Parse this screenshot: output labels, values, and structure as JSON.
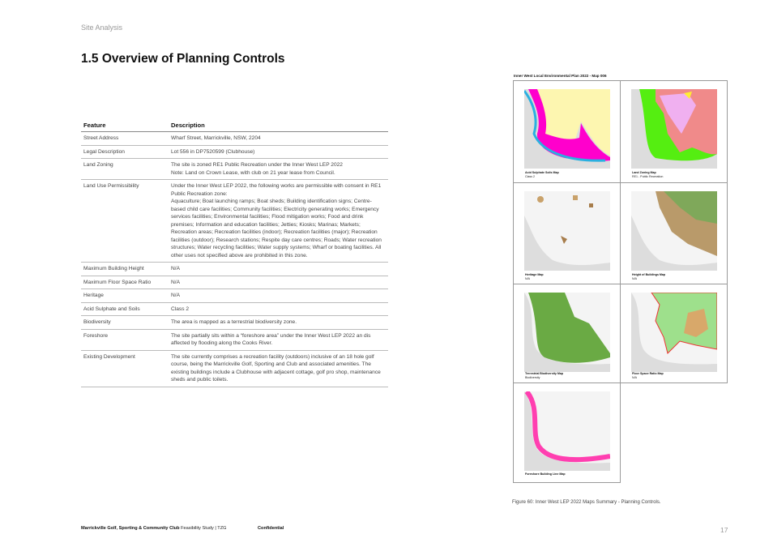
{
  "header": {
    "section": "Site Analysis",
    "title": "1.5 Overview of Planning Controls"
  },
  "table": {
    "headers": [
      "Feature",
      "Description"
    ],
    "rows": [
      {
        "feature": "Street Address",
        "description": "Wharf Street, Marrickville, NSW, 2204"
      },
      {
        "feature": "Legal Description",
        "description": "Lot 556 in DP7520599 (Clubhouse)"
      },
      {
        "feature": "Land Zoning",
        "description": "The site is zoned RE1 Public Recreation under the Inner West LEP 2022\nNote: Land on Crown Lease, with club on 21 year lease from Council."
      },
      {
        "feature": "Land Use Permissibility",
        "description": "Under the Inner West LEP 2022, the following works are permissible with consent in RE1 Public Recreation zone:\nAquaculture; Boat launching ramps; Boat sheds; Building identification signs; Centre-based child care facilities; Community facilities; Electricity generating works; Emergency services facilities; Environmental facilities; Flood mitigation works; Food and drink premises; Information and education facilities; Jetties; Kiosks; Marinas; Markets; Recreation areas; Recreation facilities (indoor); Recreation facilities (major); Recreation facilities (outdoor); Research stations; Respite day care centres; Roads; Water recreation structures; Water recycling facilities; Water supply systems; Wharf or boating facilities. All other uses not specified above are prohibited in this zone."
      },
      {
        "feature": "Maximum Building Height",
        "description": "N/A"
      },
      {
        "feature": "Maximum Floor Space Ratio",
        "description": "N/A"
      },
      {
        "feature": "Heritage",
        "description": "N/A"
      },
      {
        "feature": "Acid Sulphate and Soils",
        "description": "Class 2"
      },
      {
        "feature": "Biodiversity",
        "description": "The area is mapped as a terrestrial biodiversity zone."
      },
      {
        "feature": "Foreshore",
        "description": "The site partially sits within a “foreshore area”  under the Inner West LEP 2022 an dis affected by flooding along the Cooks River."
      },
      {
        "feature": "Existing Development",
        "description": "The site currently comprises a recreation facility (outdoors) inclusive of an 18 hole golf course, being the Marrickville Golf, Sporting and Club and associated amenities. The existing buildings include a Clubhouse with adjacent cottage, golf pro shop, maintenance sheds and public toilets."
      }
    ]
  },
  "maps": {
    "title": "Inner West Local Environmental Plan 2022 - Map 006",
    "items": [
      {
        "name": "Acid Sulphate Soils Map",
        "sub": "Class 2"
      },
      {
        "name": "Land Zoning Map",
        "sub": "RE1 - Public Recreation"
      },
      {
        "name": "Heritage Map",
        "sub": "N/A"
      },
      {
        "name": "Height of Buildings Map",
        "sub": "N/A"
      },
      {
        "name": "Terrestrial Biodiversity Map",
        "sub": "Biodiversity"
      },
      {
        "name": "Floor Space Ratio Map",
        "sub": "N/A"
      },
      {
        "name": "Foreshore Building Line Map",
        "sub": ""
      }
    ],
    "caption": "Figure 60: Inner West LEP 2022 Maps Summary - Planning Controls."
  },
  "footer": {
    "club": "Marrickville Golf, Sporting & Community Club",
    "doc": "Feasibility Study  |  TZG",
    "confidential": "Confidential",
    "page": "17"
  },
  "colors": {
    "acid": "#ff00cc",
    "acid_bg": "#fdf6b0",
    "zoning_green": "#55ee11",
    "zoning_red": "#f08a8a",
    "biodiversity": "#6aaa44",
    "foreshore": "#ff3fb0"
  }
}
